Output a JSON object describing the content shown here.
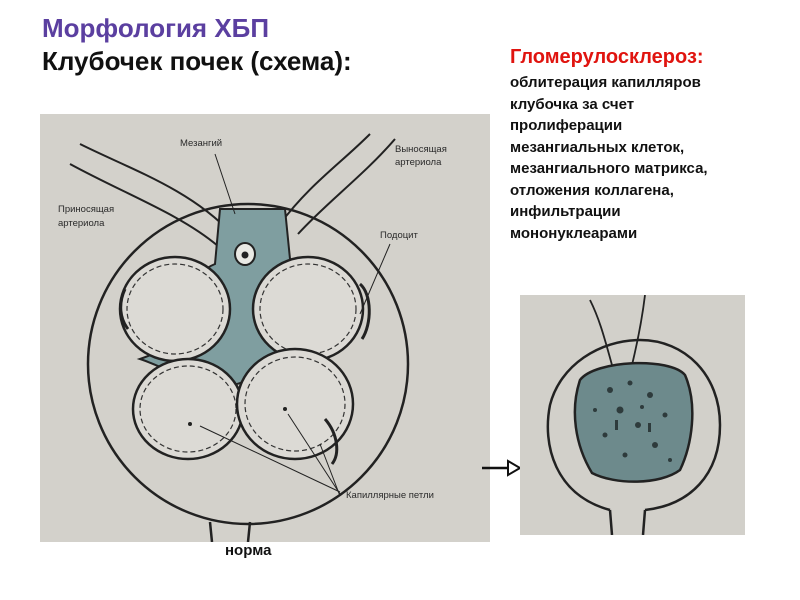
{
  "title": {
    "line1": "Морфология ХБП",
    "line2": "Клубочек почек (схема):"
  },
  "description": {
    "heading": "Гломерулосклероз:",
    "text": "облитерация капилляров\nклубочка за счет\nпролиферации\nмезангиальных клеток,\nмезангиального матрикса,\nотложения коллагена,\nинфильтрации\nмононуклеарами"
  },
  "diagram_labels": {
    "mesangium": "Мезангий",
    "efferent_line1": "Выносящая",
    "efferent_line2": "артериола",
    "afferent_line1": "Приносящая",
    "afferent_line2": "артериола",
    "podocyte": "Подоцит",
    "capillary_loops": "Капиллярные петли"
  },
  "caption": "норма",
  "colors": {
    "title_accent": "#5b3fa0",
    "heading_red": "#e0140f",
    "mesangium_fill": "#7f9ea0",
    "sclerosis_fill": "#6d8a8c"
  }
}
